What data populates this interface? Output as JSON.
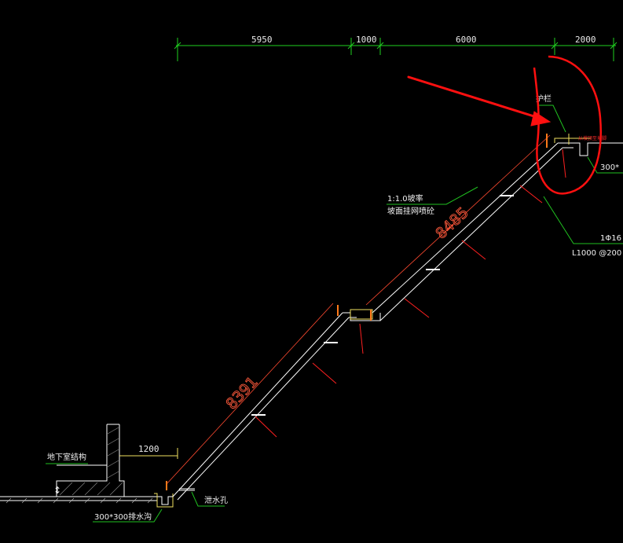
{
  "colors": {
    "background": "#000000",
    "dimension": "#20d020",
    "leader": "#20c020",
    "slope_line": "#ffffff",
    "slope_dim": "#ff4a30",
    "anchor": "#ff2020",
    "structure": "#ffffff",
    "marker": "#ff7a1a",
    "highlight": "#ff1010",
    "nail_mark": "#ffffff"
  },
  "top_dimensions": [
    "5950",
    "1000",
    "6000",
    "2000"
  ],
  "labels": {
    "railing": "护栏",
    "slope_ratio": "1:1.0坡率",
    "slope_surface": "坡面挂网喷砼",
    "nail_spec_line1": "1Φ16",
    "nail_spec_line2": "L1000 @200",
    "ditch_top": "300*",
    "ditch_bottom": "300*300排水沟",
    "basement": "地下室结构",
    "weep_hole": "泄水孔",
    "offset_dim": "1200",
    "top_red_note": "从坡顶至坡脚"
  },
  "slope_lengths": {
    "upper": "8485",
    "lower": "8391"
  },
  "icons": {
    "highlight_arrow": "red-arrow",
    "highlight_circle": "red-freehand-circle",
    "berm_marker": "orange-tick-marker"
  }
}
